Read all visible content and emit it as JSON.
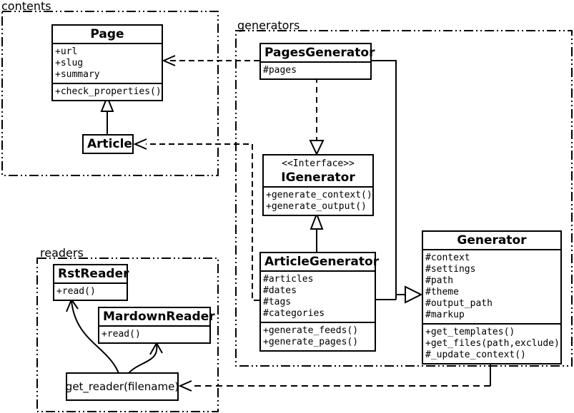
{
  "diagram": {
    "packages": {
      "contents": {
        "label": "contents"
      },
      "generators": {
        "label": "generators"
      },
      "readers": {
        "label": "readers"
      }
    },
    "classes": {
      "page": {
        "name": "Page",
        "attributes": [
          "+url",
          "+slug",
          "+summary"
        ],
        "methods": [
          "+check_properties()"
        ]
      },
      "article": {
        "name": "Article"
      },
      "pagesGenerator": {
        "name": "PagesGenerator",
        "attributes": [
          "#pages"
        ]
      },
      "iGenerator": {
        "stereotype": "<<Interface>>",
        "name": "IGenerator",
        "methods": [
          "+generate_context()",
          "+generate_output()"
        ]
      },
      "articleGenerator": {
        "name": "ArticleGenerator",
        "attributes": [
          "#articles",
          "#dates",
          "#tags",
          "#categories"
        ],
        "methods": [
          "+generate_feeds()",
          "+generate_pages()"
        ]
      },
      "generator": {
        "name": "Generator",
        "attributes": [
          "#context",
          "#settings",
          "#path",
          "#theme",
          "#output_path",
          "#markup"
        ],
        "methods": [
          "+get_templates()",
          "+get_files(path,exclude)",
          "#_update_context()"
        ]
      },
      "rstReader": {
        "name": "RstReader",
        "methods": [
          "+read()"
        ]
      },
      "markdownReader": {
        "name": "MardownReader",
        "methods": [
          "+read()"
        ]
      },
      "getReader": {
        "name": "get_reader(filename)"
      }
    },
    "relationships": [
      {
        "type": "generalization",
        "from": "Article",
        "to": "Page"
      },
      {
        "type": "dependency",
        "from": "PagesGenerator",
        "to": "Page"
      },
      {
        "type": "dependency",
        "from": "ArticleGenerator",
        "to": "Article"
      },
      {
        "type": "realization",
        "from": "PagesGenerator",
        "to": "IGenerator"
      },
      {
        "type": "generalization",
        "from": "ArticleGenerator",
        "to": "IGenerator"
      },
      {
        "type": "generalization",
        "from": "PagesGenerator",
        "to": "Generator"
      },
      {
        "type": "generalization",
        "from": "ArticleGenerator",
        "to": "Generator"
      },
      {
        "type": "dependency",
        "from": "Generator",
        "to": "get_reader(filename)"
      },
      {
        "type": "call-arrow",
        "from": "get_reader(filename)",
        "to": "RstReader"
      },
      {
        "type": "call-arrow",
        "from": "get_reader(filename)",
        "to": "MardownReader"
      }
    ],
    "colors": {
      "line": "#000000",
      "background": "#ffffff",
      "box_fill": "#ffffff",
      "text": "#000000"
    }
  }
}
